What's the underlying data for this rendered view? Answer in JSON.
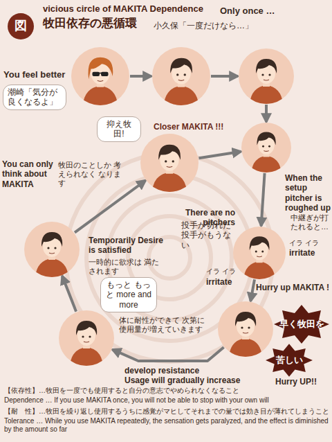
{
  "diagram": {
    "title": "vicious circle of MAKITA Dependence",
    "nodes": [
      {
        "text": [
          "You feel better",
          "潮崎「気分が良くなるよ」"
        ]
      },
      {
        "text": [
          "Only once …",
          "小久保「一度だけなら…」"
        ]
      },
      {
        "text": []
      },
      {
        "text": [
          "When the setup pitcher is roughed up",
          "中継ぎが打たれると…"
        ]
      },
      {
        "text": [
          "There are no pitchers",
          "投手が切れた 投手がもうない",
          "イラ イラ",
          "irritate",
          "イラ イラ",
          "irritate"
        ]
      },
      {
        "text": [
          "Hurry up MAKITA !",
          "早く牧田を",
          "苦しい",
          "Hurry UP!!"
        ]
      },
      {
        "text": [
          "もっと もっと more and more",
          "体に耐性ができて 次第に使用量が増えていきます",
          "develop resistance",
          "Usage will gradually increase"
        ]
      },
      {
        "text": [
          "Temporarily Desire is satisfied",
          "一時的に欲求は 満たされます"
        ]
      },
      {
        "text": [
          "抑え牧田!",
          "Closer MAKITA !!!",
          "You can only think about MAKITA",
          "牧田のことしか 考えられなく なります"
        ]
      }
    ],
    "edges": [
      {
        "from": 0,
        "to": 1,
        "arrow": "to"
      },
      {
        "from": 1,
        "to": 2,
        "arrow": "to"
      },
      {
        "from": 2,
        "to": 3,
        "arrow": "to"
      },
      {
        "from": 3,
        "to": 4,
        "arrow": "to"
      },
      {
        "from": 4,
        "to": 5,
        "arrow": "to"
      },
      {
        "from": 5,
        "to": 6,
        "arrow": "to"
      },
      {
        "from": 6,
        "to": 7,
        "arrow": "to"
      },
      {
        "from": 7,
        "to": 8,
        "arrow": "to"
      },
      {
        "from": 8,
        "to": 3,
        "arrow": "to"
      }
    ],
    "labels": [
      "図",
      "牧田依存の悪循環",
      "【依存性】…牧田を一度でも使用すると自分の意志でやめられなくなること",
      "Dependence … If you use MAKITA once, you will not be able to stop with your own will",
      "【耐　性】…牧田を繰り返し使用するうちに感覚がマヒしてそれまでの量では効き目が薄れてしまうこと",
      "Tolerance … While you use MAKITA repeatedly, the sensation gets paralyzed, and the effect is diminished by the amount so far"
    ]
  }
}
